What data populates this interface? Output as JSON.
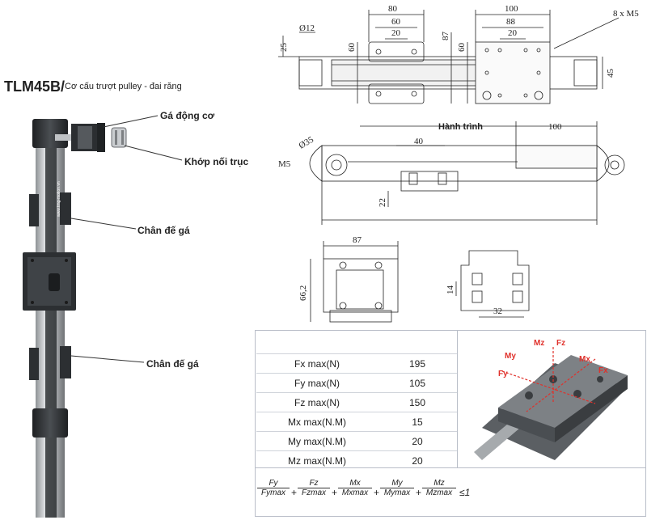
{
  "title": "TLM45B/",
  "subtitle": "Cơ cấu trượt pulley - đai răng",
  "callouts": {
    "motor_mount": "Gá động cơ",
    "coupling": "Khớp nối trục",
    "foot_mount_1": "Chân đế gá",
    "foot_mount_2": "Chân đế gá"
  },
  "rail_brand": "www.tmg-motion.vn",
  "top_view": {
    "d80": "80",
    "d60": "60",
    "d20a": "20",
    "d100": "100",
    "d88": "88",
    "d20b": "20",
    "d12": "Ø12",
    "d25": "25",
    "d60v": "60",
    "d87": "87",
    "d60v2": "60",
    "d45": "45",
    "holes": "8 x M5"
  },
  "side_view": {
    "stroke": "Hành trình",
    "d100": "100",
    "d40": "40",
    "d35": "Ø35",
    "m5": "M5",
    "d22": "22"
  },
  "end_view": {
    "d87": "87",
    "d662": "66,2"
  },
  "profile_view": {
    "d14": "14",
    "d32": "32"
  },
  "load_arrows": {
    "mz": "Mz",
    "fz": "Fz",
    "my": "My",
    "fy": "Fy",
    "mx": "Mx",
    "fx": "Fx"
  },
  "specs": [
    {
      "label": "Fx max(N)",
      "value": "195"
    },
    {
      "label": "Fy max(N)",
      "value": "105"
    },
    {
      "label": "Fz max(N)",
      "value": "150"
    },
    {
      "label": "Mx max(N.M)",
      "value": "15"
    },
    {
      "label": "My max(N.M)",
      "value": "20"
    },
    {
      "label": "Mz max(N.M)",
      "value": "20"
    }
  ],
  "formula": {
    "terms": [
      {
        "num": "Fy",
        "den": "Fymax"
      },
      {
        "num": "Fz",
        "den": "Fzmax"
      },
      {
        "num": "Mx",
        "den": "Mxmax"
      },
      {
        "num": "My",
        "den": "Mymax"
      },
      {
        "num": "Mz",
        "den": "Mzmax"
      }
    ],
    "plus": "+",
    "result": "≤1"
  },
  "colors": {
    "accent_red": "#e0312b",
    "rail_dark": "#2e3134",
    "rail_silver": "#b9bcbf",
    "frame": "#b9bec8"
  }
}
